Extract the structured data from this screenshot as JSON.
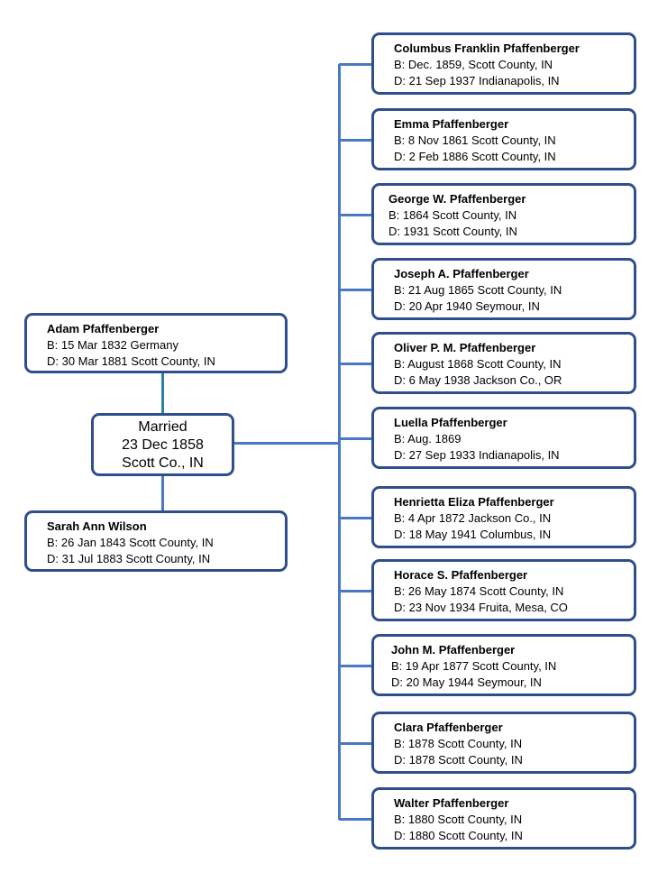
{
  "parents": {
    "father": {
      "name": "Adam Pfaffenberger",
      "birth": "B: 15 Mar 1832 Germany",
      "death": "D: 30 Mar 1881 Scott County, IN"
    },
    "mother": {
      "name": "Sarah Ann Wilson",
      "birth": "B: 26 Jan 1843 Scott County, IN",
      "death": "D: 31 Jul 1883 Scott County, IN"
    }
  },
  "marriage": {
    "line1": "Married",
    "line2": "23 Dec 1858",
    "line3": "Scott Co., IN"
  },
  "children": [
    {
      "name": "Columbus Franklin Pfaffenberger",
      "birth": "B: Dec. 1859, Scott County, IN",
      "death": "D: 21 Sep 1937 Indianapolis, IN"
    },
    {
      "name": "Emma Pfaffenberger",
      "birth": "B:  8 Nov 1861 Scott County, IN",
      "death": "D: 2 Feb 1886 Scott County, IN"
    },
    {
      "name": "George W. Pfaffenberger",
      "birth": "B: 1864 Scott County, IN",
      "death": "D: 1931 Scott County, IN"
    },
    {
      "name": "Joseph A. Pfaffenberger",
      "birth": "B: 21 Aug 1865 Scott County, IN",
      "death": "D: 20 Apr 1940 Seymour, IN"
    },
    {
      "name": "Oliver P. M. Pfaffenberger",
      "birth": "B: August 1868 Scott County, IN",
      "death": "D: 6 May 1938 Jackson Co., OR"
    },
    {
      "name": "Luella Pfaffenberger",
      "birth": "B: Aug. 1869",
      "death": "D: 27 Sep 1933 Indianapolis, IN"
    },
    {
      "name": "Henrietta Eliza Pfaffenberger",
      "birth": "B: 4 Apr 1872 Jackson Co., IN",
      "death": "D: 18 May 1941 Columbus, IN"
    },
    {
      "name": "Horace S. Pfaffenberger",
      "birth": "B: 26 May 1874 Scott County, IN",
      "death": "D: 23 Nov 1934  Fruita, Mesa, CO"
    },
    {
      "name": "John M. Pfaffenberger",
      "birth": "B: 19 Apr 1877 Scott County, IN",
      "death": "D: 20 May 1944 Seymour, IN"
    },
    {
      "name": "Clara Pfaffenberger",
      "birth": "B: 1878 Scott County, IN",
      "death": "D: 1878 Scott County, IN"
    },
    {
      "name": "Walter Pfaffenberger",
      "birth": "B: 1880 Scott County, IN",
      "death": "D: 1880 Scott County, IN"
    }
  ]
}
